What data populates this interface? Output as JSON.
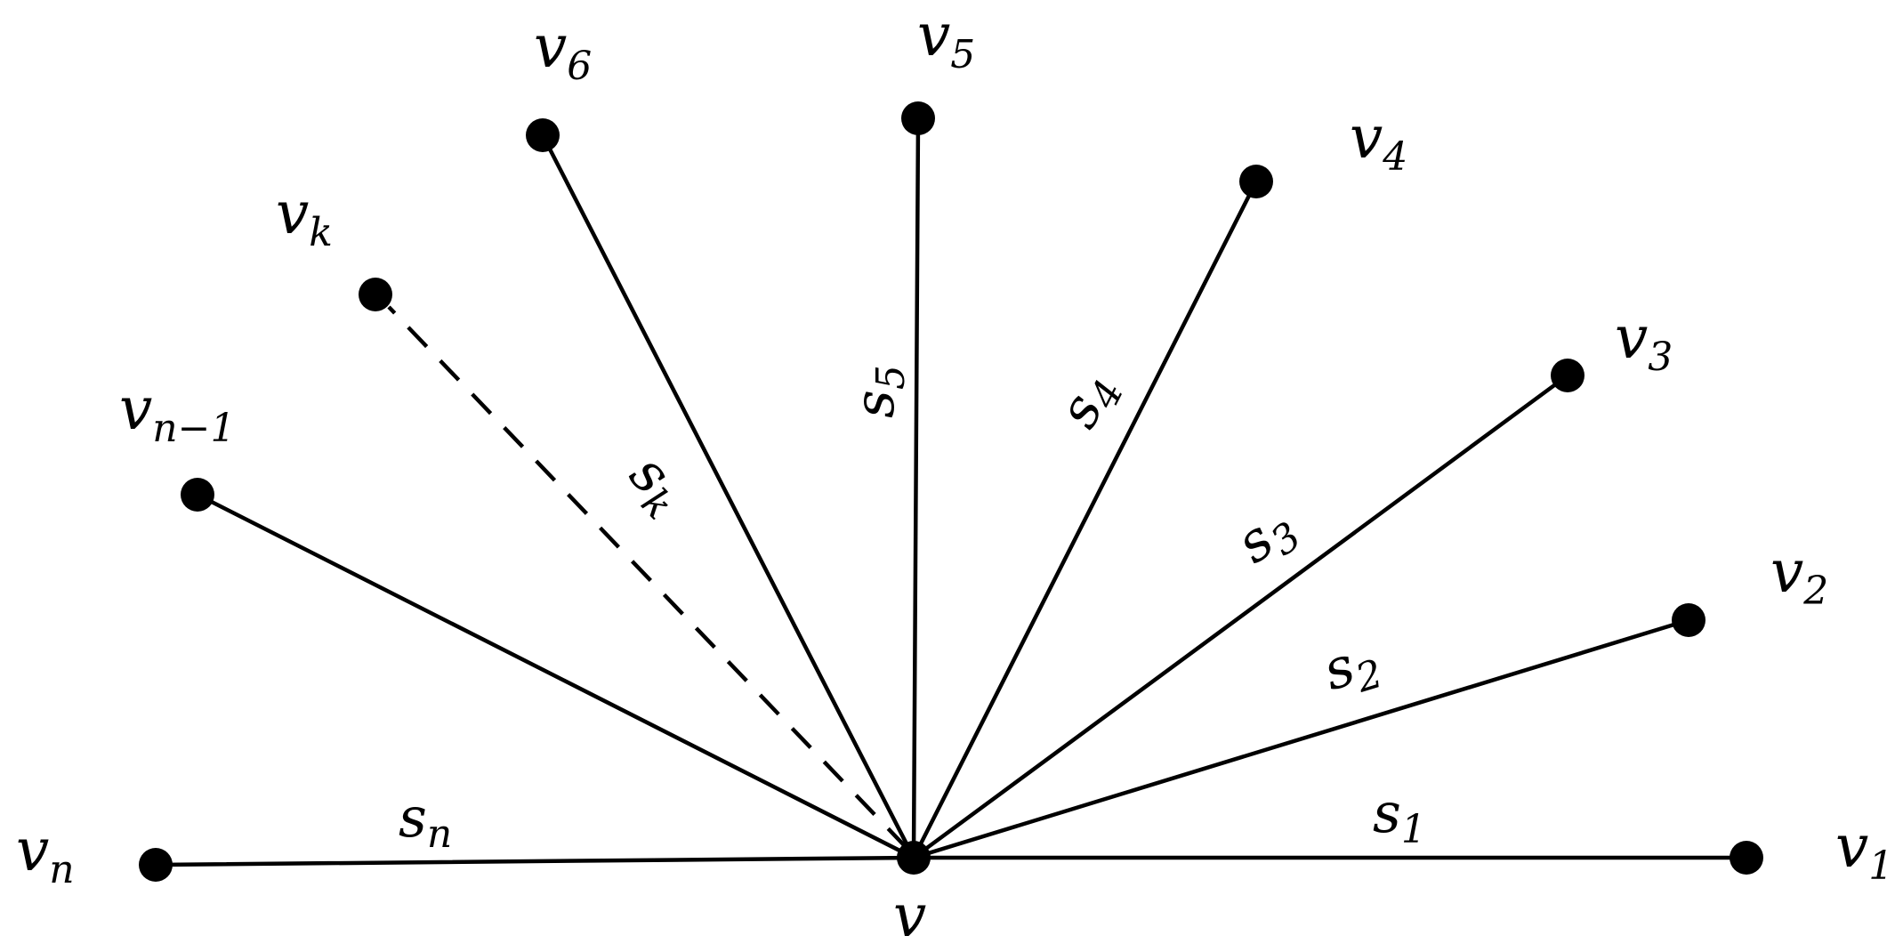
{
  "center": {
    "id": "v",
    "label": "v"
  },
  "vertices": [
    {
      "id": "v1",
      "base": "v",
      "sub": "1"
    },
    {
      "id": "v2",
      "base": "v",
      "sub": "2"
    },
    {
      "id": "v3",
      "base": "v",
      "sub": "3"
    },
    {
      "id": "v4",
      "base": "v",
      "sub": "4"
    },
    {
      "id": "v5",
      "base": "v",
      "sub": "5"
    },
    {
      "id": "v6",
      "base": "v",
      "sub": "6"
    },
    {
      "id": "vk",
      "base": "v",
      "sub": "k"
    },
    {
      "id": "vn-1",
      "base": "v",
      "sub": "n−1"
    },
    {
      "id": "vn",
      "base": "v",
      "sub": "n"
    }
  ],
  "edges": [
    {
      "id": "s1",
      "base": "s",
      "sub": "1",
      "to": "v1",
      "style": "solid"
    },
    {
      "id": "s2",
      "base": "s",
      "sub": "2",
      "to": "v2",
      "style": "solid"
    },
    {
      "id": "s3",
      "base": "s",
      "sub": "3",
      "to": "v3",
      "style": "solid"
    },
    {
      "id": "s4",
      "base": "s",
      "sub": "4",
      "to": "v4",
      "style": "solid"
    },
    {
      "id": "s5",
      "base": "s",
      "sub": "5",
      "to": "v5",
      "style": "solid"
    },
    {
      "id": "s6",
      "to": "v6",
      "style": "solid"
    },
    {
      "id": "sk",
      "base": "s",
      "sub": "k",
      "to": "vk",
      "style": "dashed"
    },
    {
      "id": "sn-1",
      "to": "vn-1",
      "style": "solid"
    },
    {
      "id": "sn",
      "base": "s",
      "sub": "n",
      "to": "vn",
      "style": "solid"
    }
  ],
  "colors": {
    "ink": "#000000",
    "background": "#ffffff"
  }
}
